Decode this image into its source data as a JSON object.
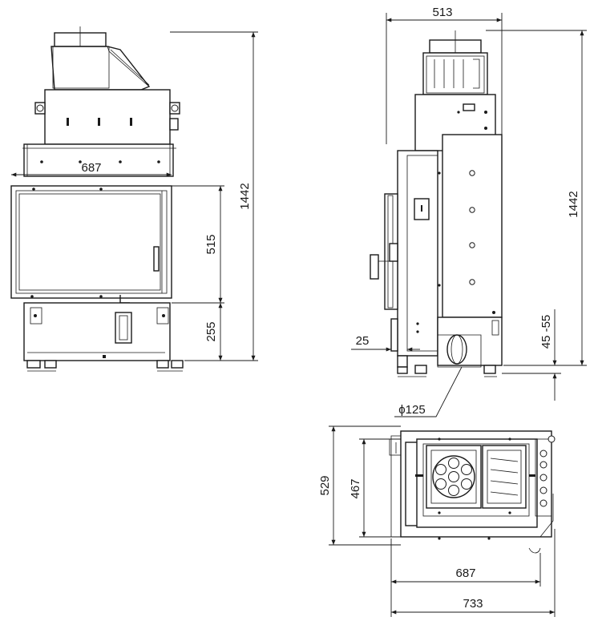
{
  "dimensions": {
    "front_width": "687",
    "front_height": "1442",
    "front_door_height": "515",
    "front_base_height": "255",
    "side_width": "513",
    "side_height": "1442",
    "side_offset": "25",
    "feet_adjust": "45 -55",
    "air_inlet": "ϕ125",
    "top_depth_outer": "529",
    "top_depth_inner": "467",
    "top_width_inner": "687",
    "top_width_outer": "733"
  }
}
